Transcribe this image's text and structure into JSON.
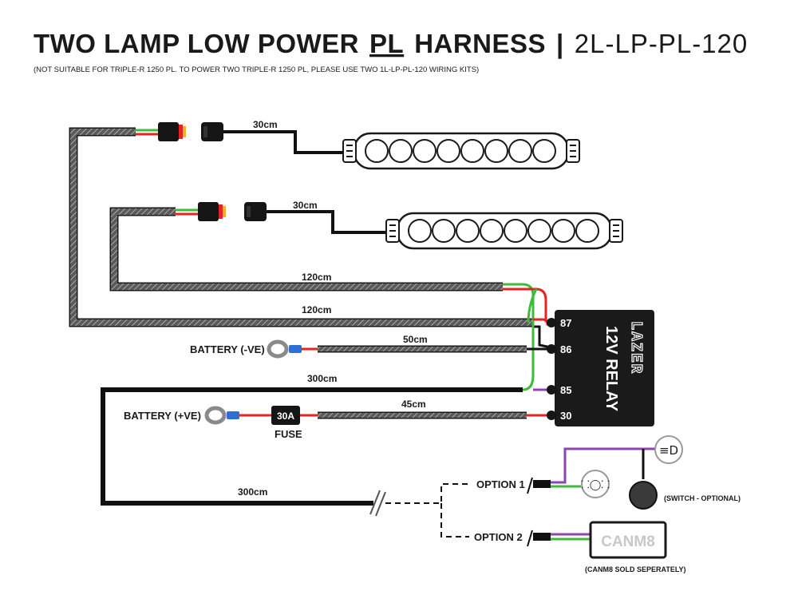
{
  "title": {
    "main": "TWO LAMP LOW POWER",
    "pl": "PL",
    "harness": "HARNESS",
    "separator": "|",
    "code": "2L-LP-PL-120",
    "note": "(NOT SUITABLE FOR TRIPLE-R 1250 PL. TO POWER TWO TRIPLE-R 1250 PL, PLEASE USE TWO 1L-LP-PL-120 WIRING KITS)"
  },
  "lengths": {
    "lamp1_lead": "30cm",
    "lamp2_lead": "30cm",
    "lamp2_harness": "120cm",
    "lamp1_harness": "120cm",
    "ground_lead": "50cm",
    "switch_lead_top": "300cm",
    "battery_pos_lead": "45cm",
    "switch_lead_bottom": "300cm"
  },
  "labels": {
    "battery_neg": "BATTERY (-VE)",
    "battery_pos": "BATTERY (+VE)",
    "fuse": "FUSE",
    "fuse_rating": "30A",
    "option1": "OPTION 1",
    "option2": "OPTION 2",
    "switch_note": "(SWITCH - OPTIONAL)",
    "canm8_note": "(CANM8 SOLD SEPERATELY)",
    "canm8": "CANM8"
  },
  "relay": {
    "label": "12V RELAY",
    "brand": "LAZER",
    "pins": [
      "87",
      "86",
      "85",
      "30"
    ]
  },
  "icons": [
    "light-bar-icon",
    "light-bar-icon",
    "headlight-icon",
    "sidelight-icon",
    "switch-icon",
    "ring-terminal-icon",
    "fuse-icon"
  ],
  "colors": {
    "accent": "#f0b429",
    "wire_red": "#e52421",
    "wire_green": "#3dbb3d",
    "wire_purple": "#8e44ad",
    "wire_black": "#111111",
    "relay": "#1a1a1a"
  }
}
